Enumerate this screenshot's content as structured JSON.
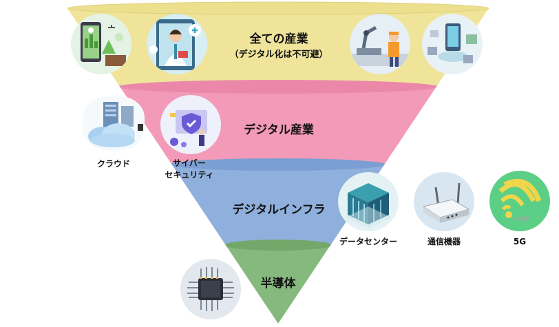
{
  "layers": {
    "all_industries": {
      "title": "全ての産業",
      "subtitle": "（デジタル化は不可避）"
    },
    "digital_industries": {
      "title": "デジタル産業"
    },
    "digital_infra": {
      "title": "デジタルインフラ"
    },
    "semiconductor": {
      "title": "半導体"
    }
  },
  "items": {
    "cloud": "クラウド",
    "cyber_line1": "サイバー",
    "cyber_line2": "セキュリティ",
    "datacenter": "データセンター",
    "comm": "通信機器",
    "fiveg": "5G"
  },
  "colors": {
    "yellow": "#f0e49a",
    "pink": "#f29ab8",
    "blue": "#8fb0dc",
    "green": "#86b97e"
  }
}
